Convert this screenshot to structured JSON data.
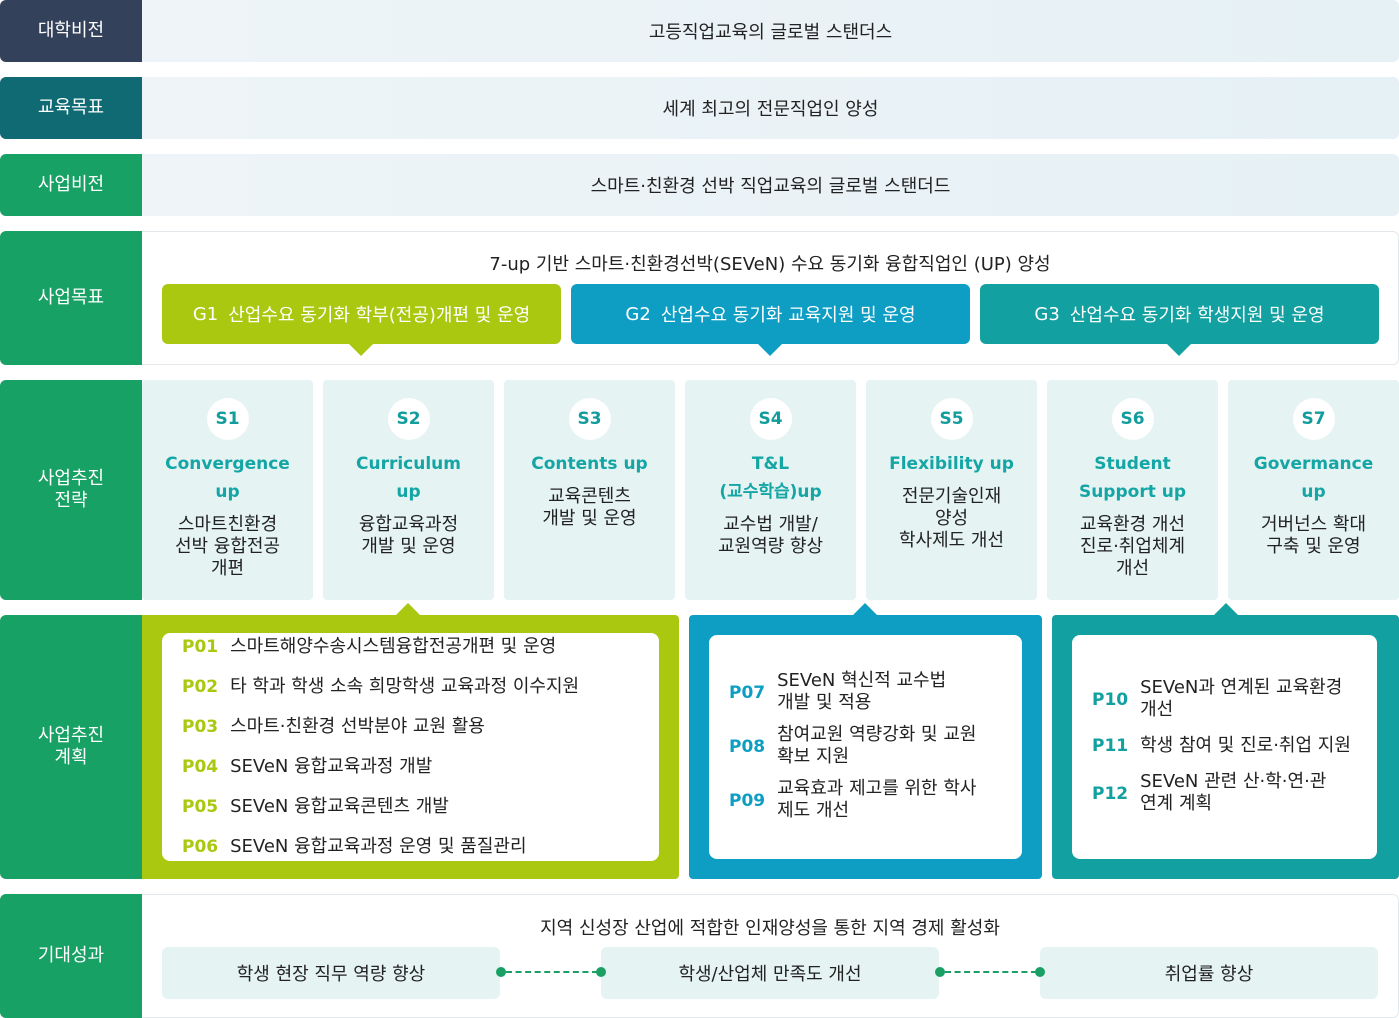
{
  "colors": {
    "dark_navy": "#33415a",
    "dark_teal": "#0f6a73",
    "green": "#18a165",
    "lime": "#a9c80f",
    "blue": "#0e9ec4",
    "teal": "#12a0a0",
    "card_bg": "#e5f3f3"
  },
  "rows": {
    "vision": {
      "label": "대학비전",
      "text": "고등직업교육의 글로벌 스탠더스"
    },
    "edu_goal": {
      "label": "교육목표",
      "text": "세계 최고의 전문직업인 양성"
    },
    "biz_vision": {
      "label": "사업비전",
      "text": "스마트·친환경 선박 직업교육의 글로벌 스탠더드"
    },
    "biz_goal": {
      "label": "사업목표",
      "title": "7-up 기반 스마트·친환경선박(SEVeN) 수요 동기화 융합직업인 (UP) 양성",
      "goals": [
        {
          "code": "G1",
          "text": "산업수요 동기화 학부(전공)개편 및 운영"
        },
        {
          "code": "G2",
          "text": "산업수요 동기화 교육지원 및 운영"
        },
        {
          "code": "G3",
          "text": "산업수요 동기화 학생지원 및 운영"
        }
      ]
    },
    "strategy": {
      "label": "사업추진\n전략",
      "items": [
        {
          "code": "S1",
          "en": "Convergence\nup",
          "ko": "스마트친환경\n선박 융합전공\n개편"
        },
        {
          "code": "S2",
          "en": "Curriculum\nup",
          "ko": "융합교육과정\n개발 및 운영"
        },
        {
          "code": "S3",
          "en": "Contents up",
          "ko": "교육콘텐츠\n개발 및 운영"
        },
        {
          "code": "S4",
          "en": "T&L\n(교수학습)up",
          "ko": "교수법 개발/\n교원역량 향상"
        },
        {
          "code": "S5",
          "en": "Flexibility up",
          "ko": "전문기술인재\n양성\n학사제도 개선"
        },
        {
          "code": "S6",
          "en": "Student\nSupport up",
          "ko": "교육환경 개선\n진로·취업체계\n개선"
        },
        {
          "code": "S7",
          "en": "Govermance\nup",
          "ko": "거버넌스 확대\n구축 및 운영"
        }
      ]
    },
    "plan": {
      "label": "사업추진\n계획",
      "group1": [
        {
          "code": "P01",
          "text": "스마트해양수송시스템융합전공개편 및 운영"
        },
        {
          "code": "P02",
          "text": "타 학과 학생 소속 희망학생 교육과정 이수지원"
        },
        {
          "code": "P03",
          "text": "스마트·친환경 선박분야 교원 활용"
        },
        {
          "code": "P04",
          "text": "SEVeN 융합교육과정 개발"
        },
        {
          "code": "P05",
          "text": "SEVeN 융합교육콘텐츠 개발"
        },
        {
          "code": "P06",
          "text": "SEVeN 융합교육과정 운영 및 품질관리"
        }
      ],
      "group2": [
        {
          "code": "P07",
          "text": "SEVeN 혁신적 교수법\n개발 및 적용"
        },
        {
          "code": "P08",
          "text": "참여교원 역량강화 및 교원\n확보 지원"
        },
        {
          "code": "P09",
          "text": "교육효과 제고를  위한 학사\n제도 개선"
        }
      ],
      "group3": [
        {
          "code": "P10",
          "text": "SEVeN과 연계된 교육환경\n개선"
        },
        {
          "code": "P11",
          "text": "학생 참여 및 진로·취업 지원"
        },
        {
          "code": "P12",
          "text": "SEVeN 관련 산·학·연·관\n연계 계획"
        }
      ]
    },
    "result": {
      "label": "기대성과",
      "title": "지역 신성장 산업에 적합한 인재양성을 통한 지역 경제 활성화",
      "items": [
        "학생 현장 직무 역량 향상",
        "학생/산업체 만족도 개선",
        "취업률 향상"
      ]
    }
  }
}
